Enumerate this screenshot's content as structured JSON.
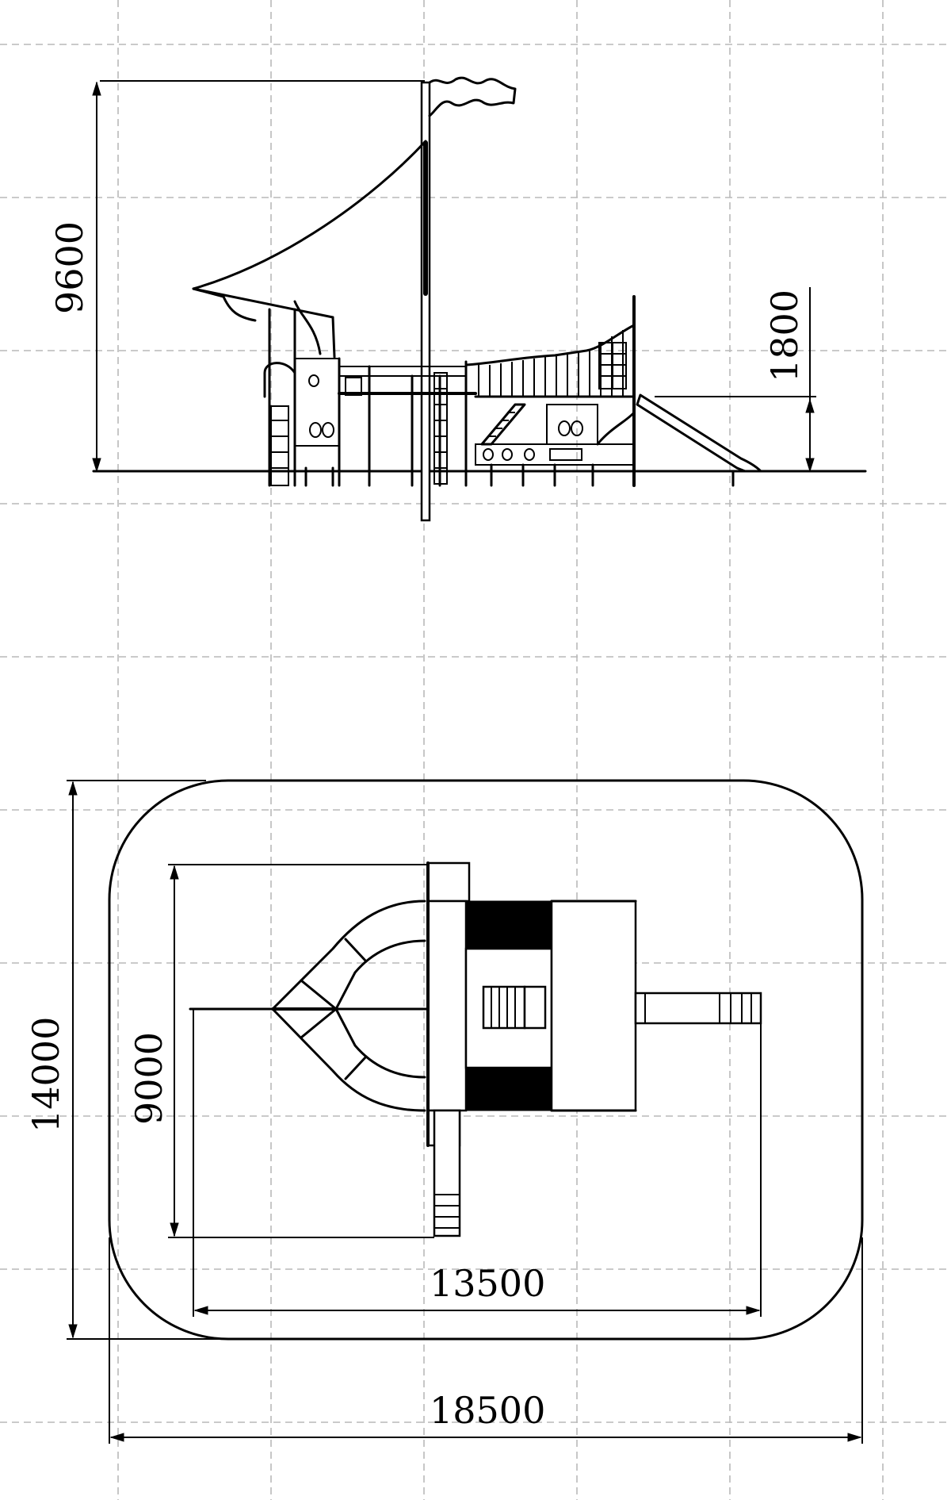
{
  "dimensions": {
    "height_total": "9600",
    "platform_height": "1800",
    "plan_depth": "9000",
    "plan_width": "13500",
    "zone_depth": "14000",
    "zone_width": "18500"
  }
}
